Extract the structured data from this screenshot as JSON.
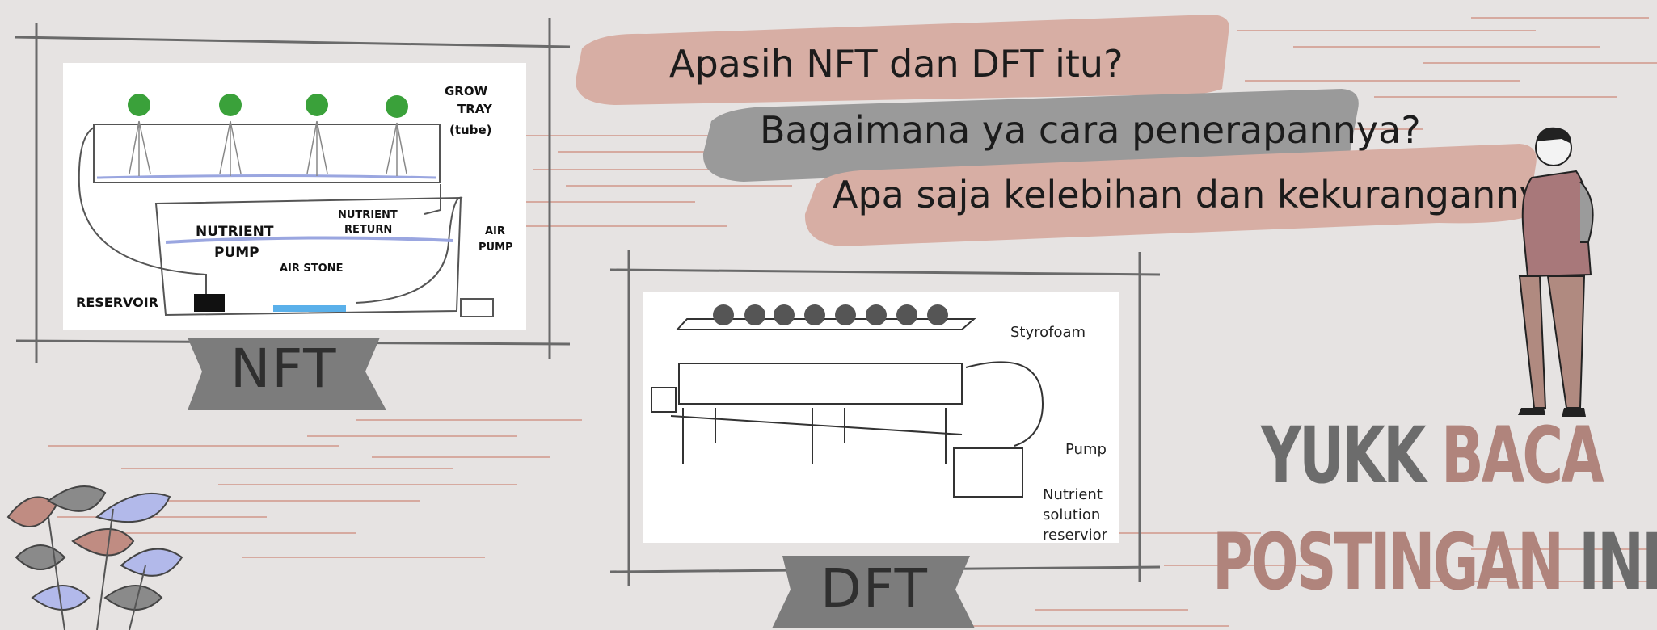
{
  "questions": {
    "q1": "Apasih NFT dan DFT itu?",
    "q2": "Bagaimana ya cara penerapannya?",
    "q3": "Apa saja kelebihan dan kekurangannya?"
  },
  "nft_diagram": {
    "caption": "NFT",
    "labels": {
      "grow_tray": "GROW",
      "grow_tray_2": "TRAY",
      "grow_tray_3": "(tube)",
      "nutrient_return": "NUTRIENT",
      "nutrient_return_2": "RETURN",
      "nutrient_pump": "NUTRIENT",
      "nutrient_pump_2": "PUMP",
      "air_pump": "AIR",
      "air_pump_2": "PUMP",
      "air_stone": "AIR STONE",
      "reservoir": "RESERVOIR"
    }
  },
  "dft_diagram": {
    "caption": "DFT",
    "labels": {
      "styrofoam": "Styrofoam",
      "pump": "Pump",
      "nutrient": "Nutrient",
      "solution": "solution",
      "reservior": "reservior"
    }
  },
  "cta": {
    "line1_a": "YUKK",
    "line1_b": "BACA",
    "line2_a": "POSTINGAN",
    "line2_b": "INI"
  },
  "colors": {
    "background": "#e6e3e2",
    "rose": "#d7aea4",
    "grey_brush": "#9a9a9a",
    "ribbon": "#7c7c7c",
    "cta_grey": "#6c6c6c",
    "cta_rose": "#b0847c"
  }
}
